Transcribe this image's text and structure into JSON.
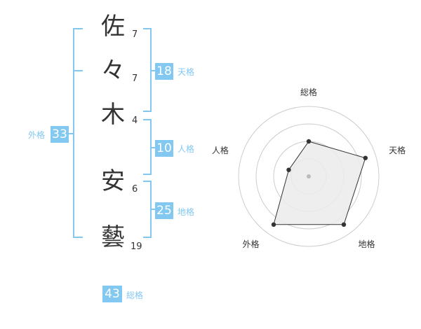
{
  "name_chars": [
    {
      "char": "佐",
      "strokes": "7"
    },
    {
      "char": "々",
      "strokes": "7"
    },
    {
      "char": "木",
      "strokes": "4"
    },
    {
      "char": "安",
      "strokes": "6"
    },
    {
      "char": "藝",
      "strokes": "19"
    }
  ],
  "scores": {
    "tenkaku": {
      "value": "18",
      "label": "天格"
    },
    "jinkaku": {
      "value": "10",
      "label": "人格"
    },
    "chikaku": {
      "value": "25",
      "label": "地格"
    },
    "gaikaku": {
      "value": "33",
      "label": "外格"
    },
    "soukaku": {
      "value": "43",
      "label": "総格"
    }
  },
  "chart_data": {
    "type": "radar",
    "axes": [
      "総格",
      "天格",
      "地格",
      "外格",
      "人格"
    ],
    "values": [
      0.5,
      0.85,
      0.85,
      0.85,
      0.3
    ],
    "range": [
      0,
      1
    ],
    "rings": 4,
    "colors": {
      "fill": "#ebebeb",
      "stroke": "#333333",
      "ring": "#cccccc"
    }
  },
  "colors": {
    "accent": "#82c8f0",
    "text": "#333333"
  }
}
